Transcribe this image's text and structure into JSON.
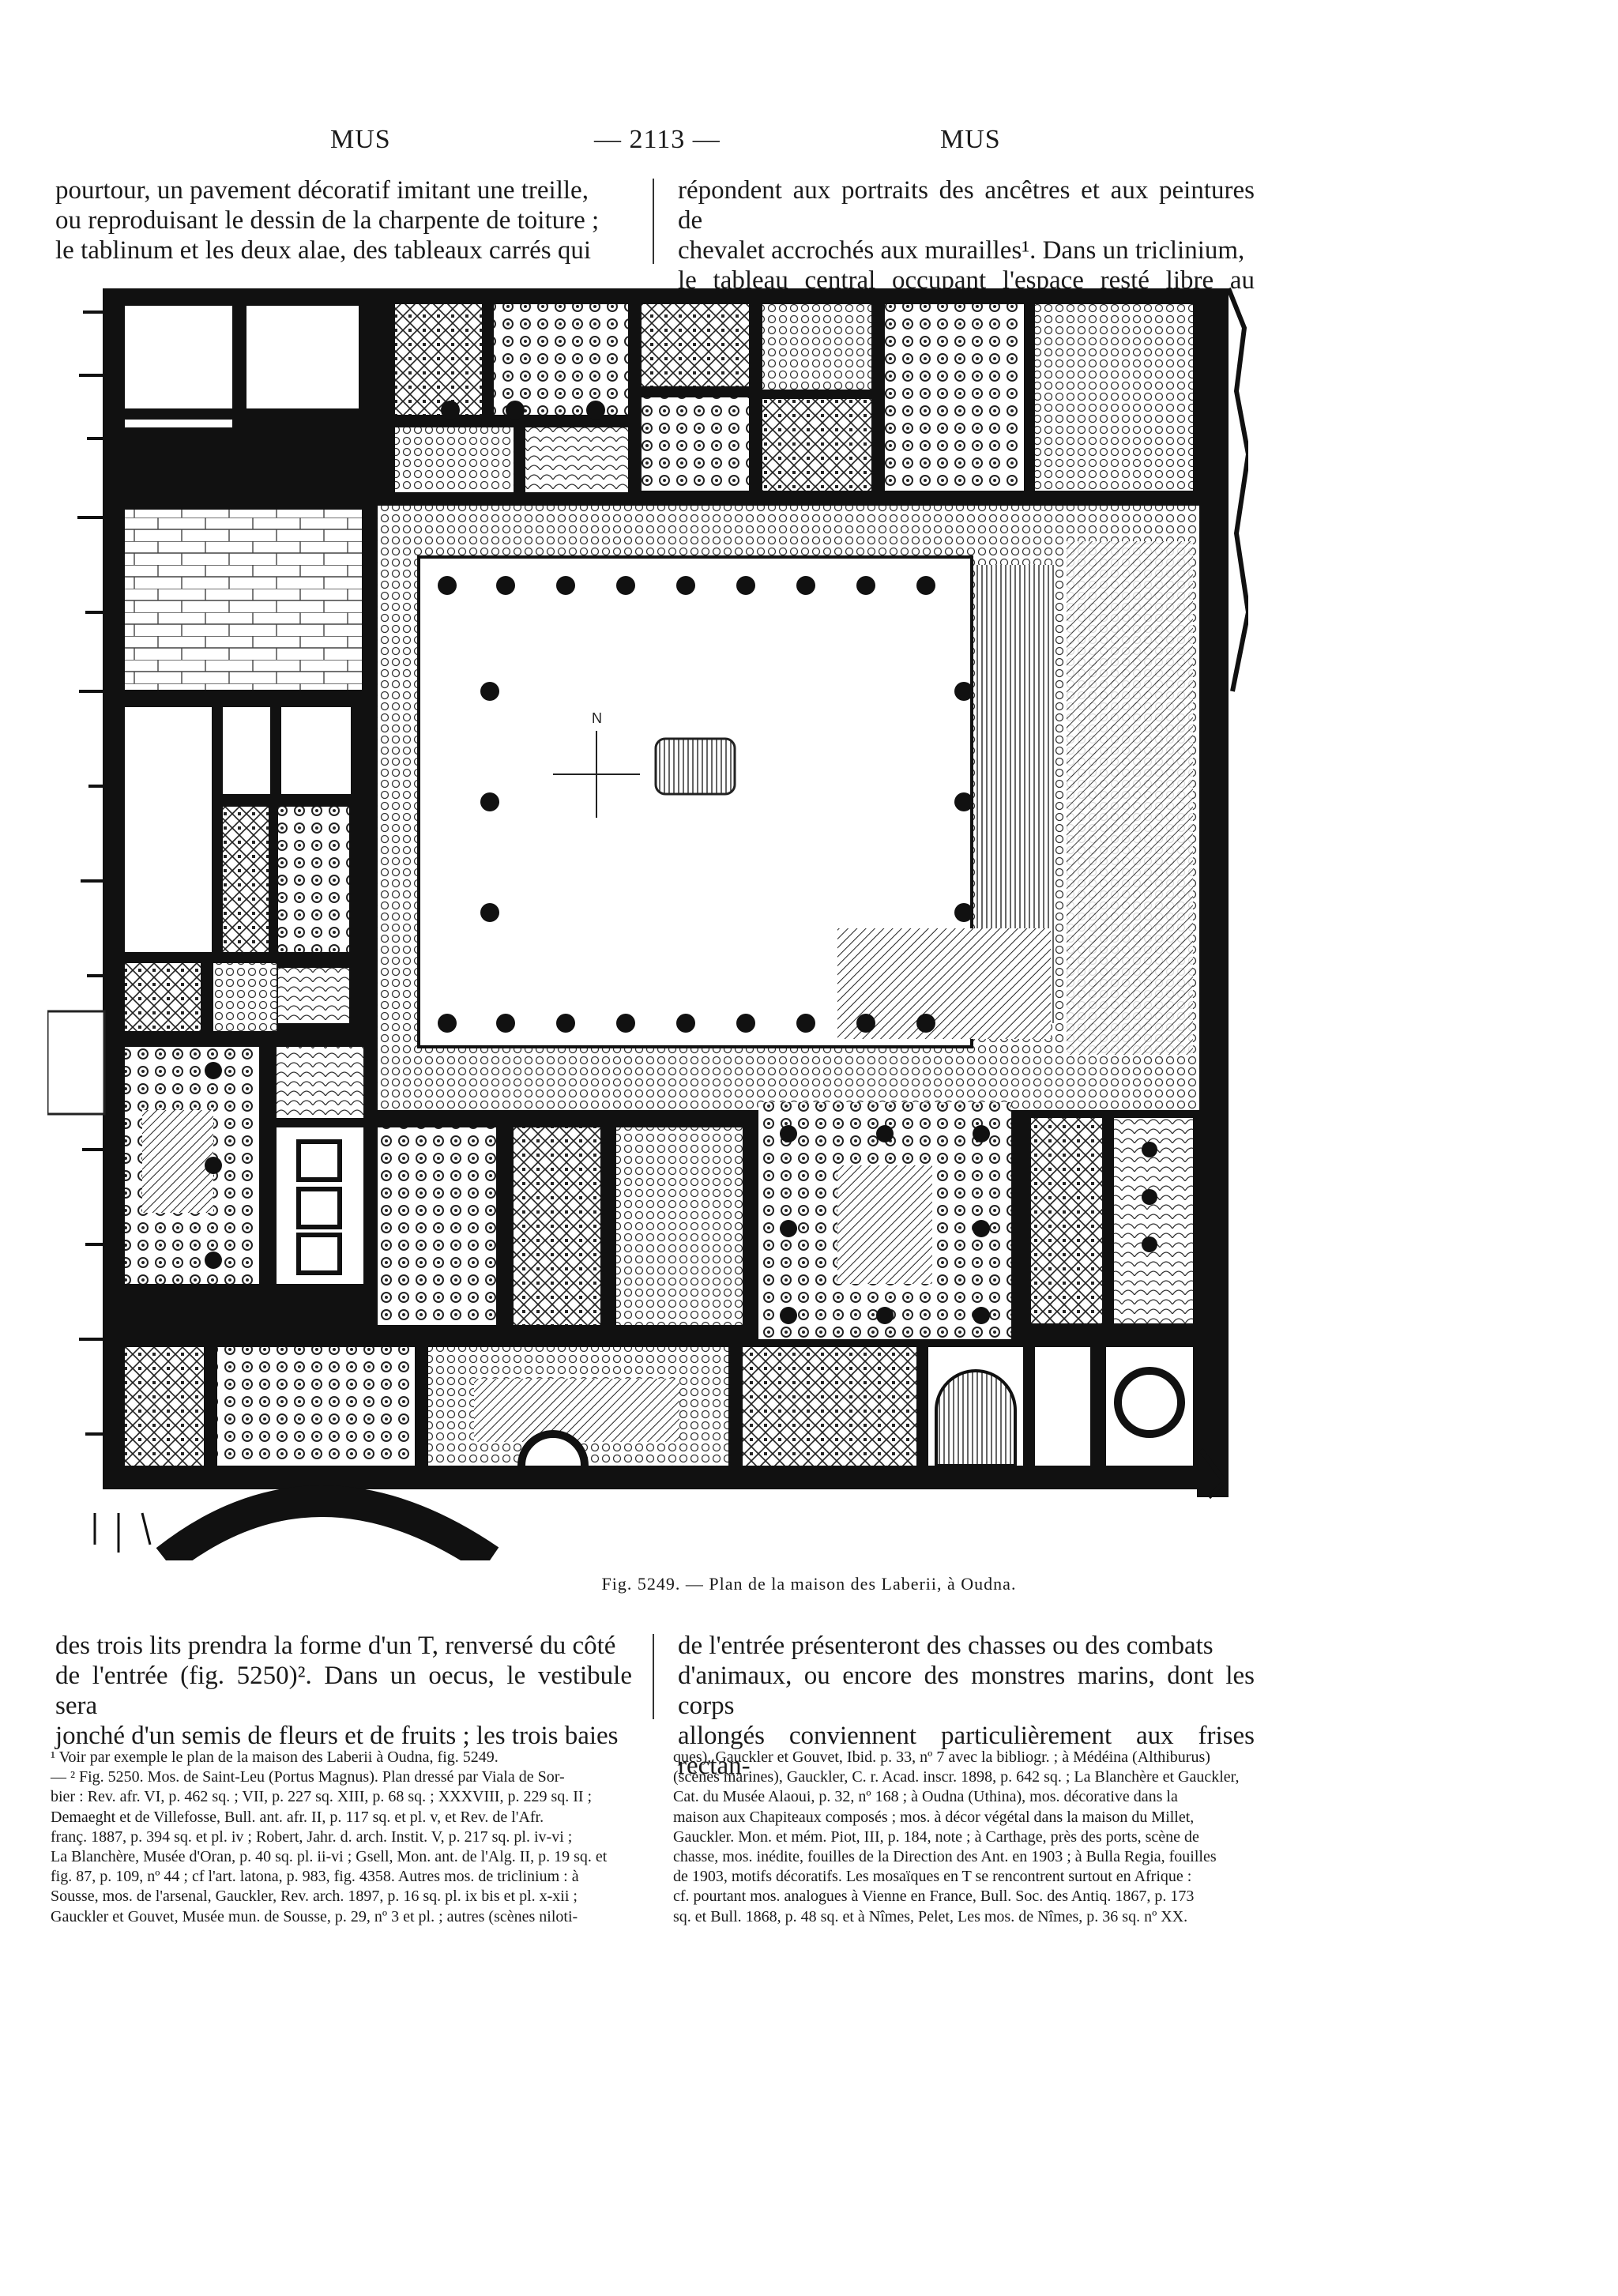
{
  "header": {
    "left": "MUS",
    "center": "— 2113 —",
    "right": "MUS"
  },
  "top_text": {
    "left": [
      "pourtour, un pavement décoratif imitant une treille,",
      "ou reproduisant le dessin de la charpente de toiture ;",
      "le tablinum et les deux alae, des tableaux carrés qui"
    ],
    "right": [
      "répondent aux portraits des ancêtres et aux peintures de",
      "chevalet accrochés aux murailles¹. Dans un triclinium,",
      "le tableau central occupant l'espace resté libre au milieu"
    ]
  },
  "figure": {
    "compass_label": "N",
    "caption": "Fig. 5249. — Plan de la maison des Laberii, à Oudna."
  },
  "bottom_text": {
    "left": [
      "des trois lits prendra la forme d'un T, renversé du côté",
      "de l'entrée (fig. 5250)². Dans un oecus, le vestibule sera",
      "jonché d'un semis de fleurs et de fruits ; les trois baies"
    ],
    "right": [
      "de l'entrée présenteront des chasses ou des combats",
      "d'animaux, ou encore des monstres marins, dont les corps",
      "allongés conviennent particulièrement aux frises rectan-"
    ]
  },
  "footnotes": {
    "left": [
      "¹ Voir par exemple le plan de la maison des Laberii à Oudna, fig. 5249.",
      "— ² Fig. 5250. Mos. de Saint-Leu (Portus Magnus). Plan dressé par Viala de Sor-",
      "bier : Rev. afr. VI, p. 462 sq. ; VII, p. 227 sq. XIII, p. 68 sq. ; XXXVIII, p. 229 sq. II ;",
      "Demaeght et de Villefosse, Bull. ant. afr. II, p. 117 sq. et pl. v, et Rev. de l'Afr.",
      "franç. 1887, p. 394 sq. et pl. iv ; Robert, Jahr. d. arch. Instit. V, p. 217 sq. pl. iv-vi ;",
      "La Blanchère, Musée d'Oran, p. 40 sq. pl. ii-vi ; Gsell, Mon. ant. de l'Alg. II, p. 19 sq. et",
      "fig. 87, p. 109, nº 44 ; cf l'art. latona, p. 983, fig. 4358. Autres mos. de triclinium : à",
      "Sousse, mos. de l'arsenal, Gauckler, Rev. arch. 1897, p. 16 sq. pl. ix bis et pl. x-xii ;",
      "Gauckler et Gouvet, Musée mun. de Sousse, p. 29, nº 3 et pl. ; autres (scènes niloti-"
    ],
    "right": [
      "ques), Gauckler et Gouvet, Ibid. p. 33, nº 7 avec la bibliogr. ; à Médéina (Althiburus)",
      "(scènes marines), Gauckler, C. r. Acad. inscr. 1898, p. 642 sq. ; La Blanchère et Gauckler,",
      "Cat. du Musée Alaoui, p. 32, nº 168 ; à Oudna (Uthina), mos. décorative dans la",
      "maison aux Chapiteaux composés ; mos. à décor végétal dans la maison du Millet,",
      "Gauckler. Mon. et mém. Piot, III, p. 184, note ; à Carthage, près des ports, scène de",
      "chasse, mos. inédite, fouilles de la Direction des Ant. en 1903 ; à Bulla Regia, fouilles",
      "de 1903, motifs décoratifs. Les mosaïques en T se rencontrent surtout en Afrique :",
      "cf. pourtant mos. analogues à Vienne en France, Bull. Soc. des Antiq. 1867, p. 173",
      "sq. et Bull. 1868, p. 48 sq. et à Nîmes, Pelet, Les mos. de Nîmes, p. 36 sq. nº XX."
    ]
  }
}
